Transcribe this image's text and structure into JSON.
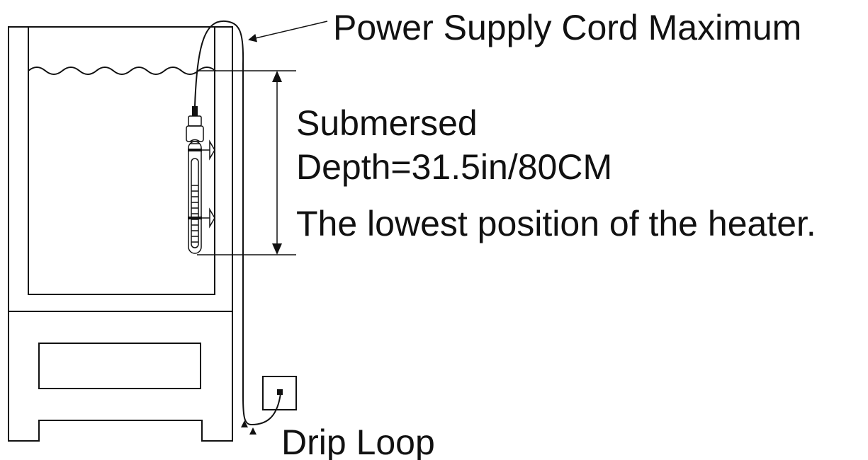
{
  "labels": {
    "power_cord": "Power Supply Cord Maximum",
    "submersed_line1": "Submersed",
    "submersed_line2": "Depth=31.5in/80CM",
    "lowest_position": "The lowest position of the heater.",
    "drip_loop": "Drip Loop"
  },
  "colors": {
    "line": "#111111",
    "background": "#ffffff"
  }
}
